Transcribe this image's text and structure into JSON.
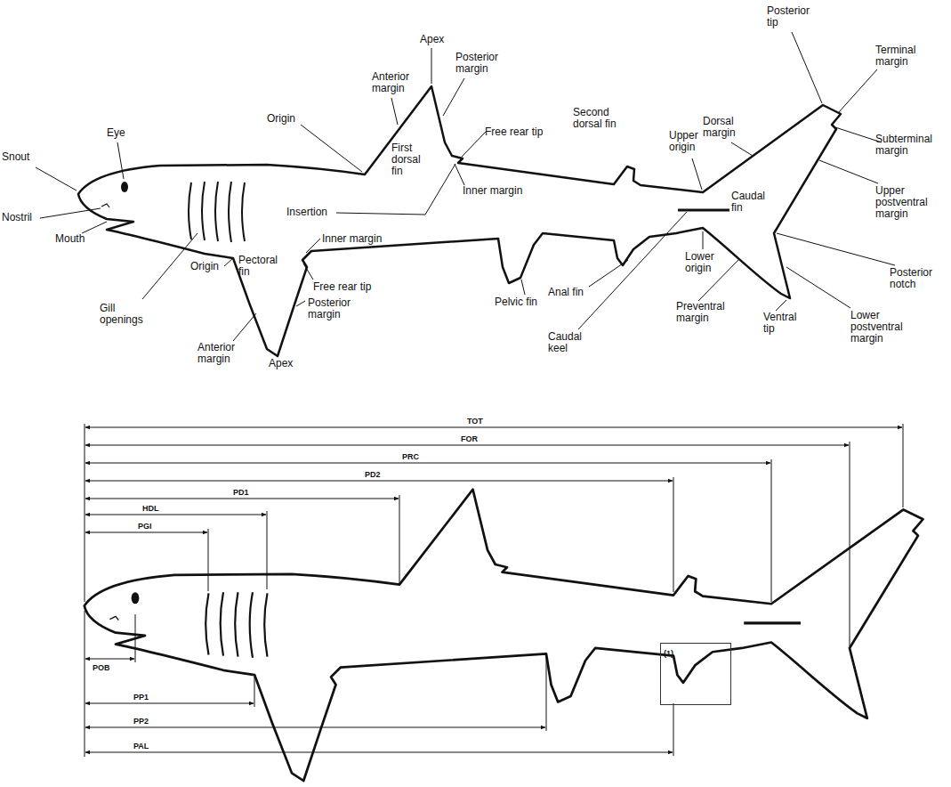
{
  "diagram": {
    "nodes": [
      {
        "text": [
          "(1)"
        ]
      }
    ],
    "labels": [
      "Snout",
      "Eye",
      "Nostril",
      "Mouth",
      "Gill openings",
      "Origin",
      "Pectoral fin",
      "Anterior margin",
      "Apex",
      "Posterior margin",
      "Free rear tip",
      "Inner margin",
      "Insertion",
      "Origin",
      "Anterior margin",
      "Apex",
      "Posterior margin",
      "First dorsal fin",
      "Free rear tip",
      "Inner margin",
      "Second dorsal fin",
      "Pelvic fin",
      "Anal fin",
      "Caudal keel",
      "Upper origin",
      "Lower origin",
      "Caudal fin",
      "Dorsal margin",
      "Posterior tip",
      "Terminal margin",
      "Subterminal margin",
      "Upper postventral margin",
      "Posterior notch",
      "Lower postventral margin",
      "Ventral tip",
      "Preventral margin",
      "TOT",
      "FOR",
      "PRC",
      "PD2",
      "PD1",
      "HDL",
      "PGI",
      "POB",
      "PP1",
      "PP2",
      "PAL"
    ]
  }
}
